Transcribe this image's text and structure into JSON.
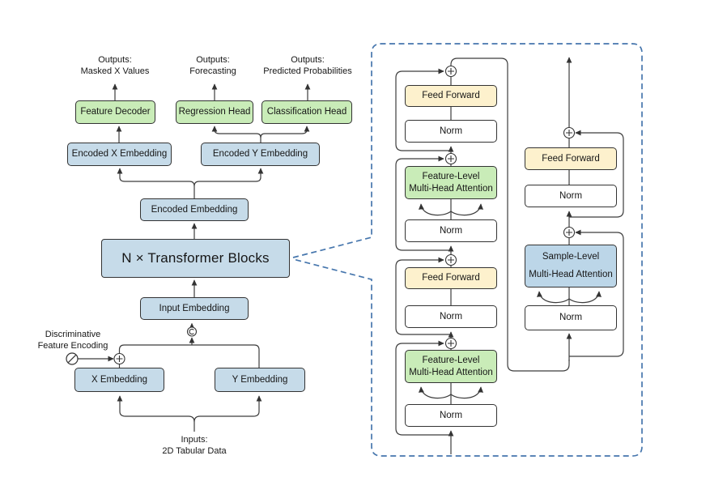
{
  "palette": {
    "blue": "#c6dbe9",
    "sample_blue": "#bcd6e8",
    "green": "#c9ecb8",
    "yellow": "#fdf1cd",
    "box_outline": "#333333",
    "wire": "#3c3c3c",
    "dashed_accent": "#4676ad",
    "text": "#161616",
    "background": "#ffffff"
  },
  "pipeline": {
    "outputs": [
      {
        "title": "Outputs:",
        "value": "Masked X Values"
      },
      {
        "title": "Outputs:",
        "value": "Forecasting"
      },
      {
        "title": "Outputs:",
        "value": "Predicted Probabilities"
      }
    ],
    "heads": {
      "feature_decoder": "Feature Decoder",
      "regression_head": "Regression Head",
      "classification_head": "Classification Head"
    },
    "embeddings": {
      "encoded_x": "Encoded X Embedding",
      "encoded_y": "Encoded Y Embedding",
      "encoded": "Encoded Embedding",
      "input": "Input Embedding",
      "x": "X Embedding",
      "y": "Y Embedding"
    },
    "transformer": "N × Transformer Blocks",
    "discriminative": {
      "line1": "Discriminative",
      "line2": "Feature Encoding"
    },
    "inputs": {
      "title": "Inputs:",
      "value": "2D Tabular Data"
    },
    "operators": {
      "add": "circle-plus",
      "concat": "circle-c",
      "encode": "circle-slash"
    }
  },
  "block_detail": {
    "norm": "Norm",
    "feed_forward": "Feed Forward",
    "feature_attention": {
      "line1": "Feature-Level",
      "line2": "Multi-Head Attention"
    },
    "sample_attention": {
      "line1": "Sample-Level",
      "line2": "Multi-Head Attention"
    }
  }
}
